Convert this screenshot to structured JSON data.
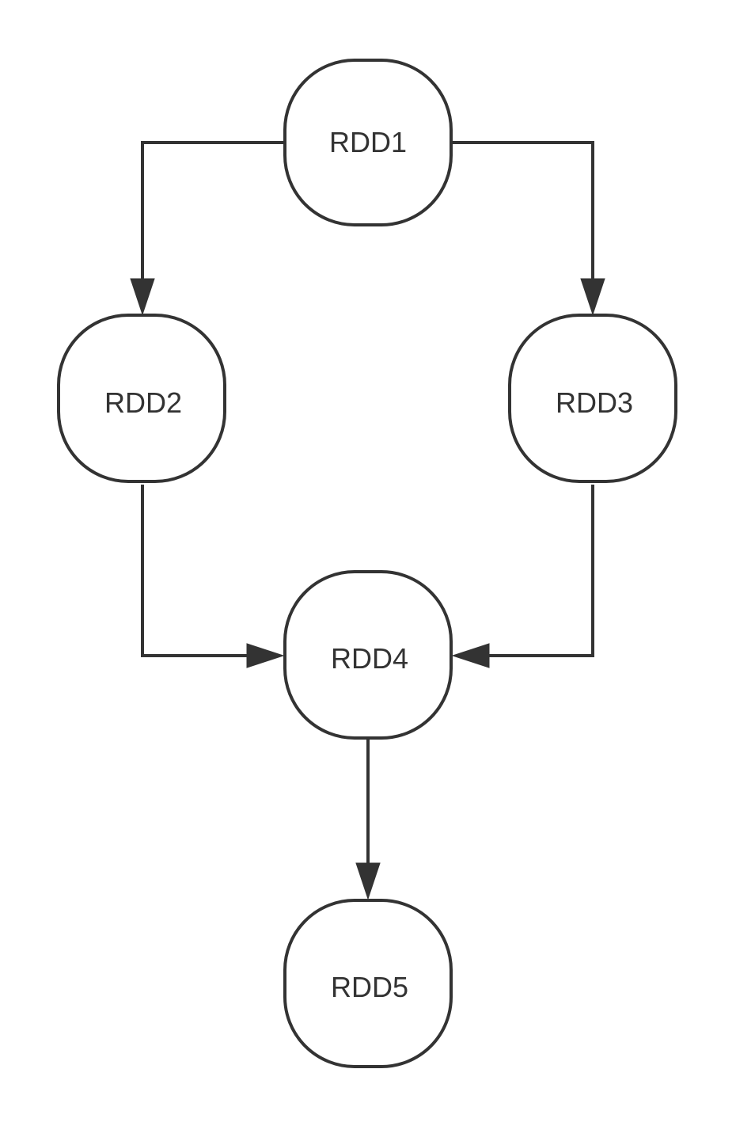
{
  "diagram": {
    "type": "flowchart",
    "colors": {
      "stroke": "#333333",
      "fill": "#ffffff",
      "text": "#333333",
      "background": "#ffffff"
    },
    "nodes": [
      {
        "id": "rdd1",
        "label": "RDD1"
      },
      {
        "id": "rdd2",
        "label": "RDD2"
      },
      {
        "id": "rdd3",
        "label": "RDD3"
      },
      {
        "id": "rdd4",
        "label": "RDD4"
      },
      {
        "id": "rdd5",
        "label": "RDD5"
      }
    ],
    "edges": [
      {
        "from": "rdd1",
        "to": "rdd2"
      },
      {
        "from": "rdd1",
        "to": "rdd3"
      },
      {
        "from": "rdd2",
        "to": "rdd4"
      },
      {
        "from": "rdd3",
        "to": "rdd4"
      },
      {
        "from": "rdd4",
        "to": "rdd5"
      }
    ]
  }
}
